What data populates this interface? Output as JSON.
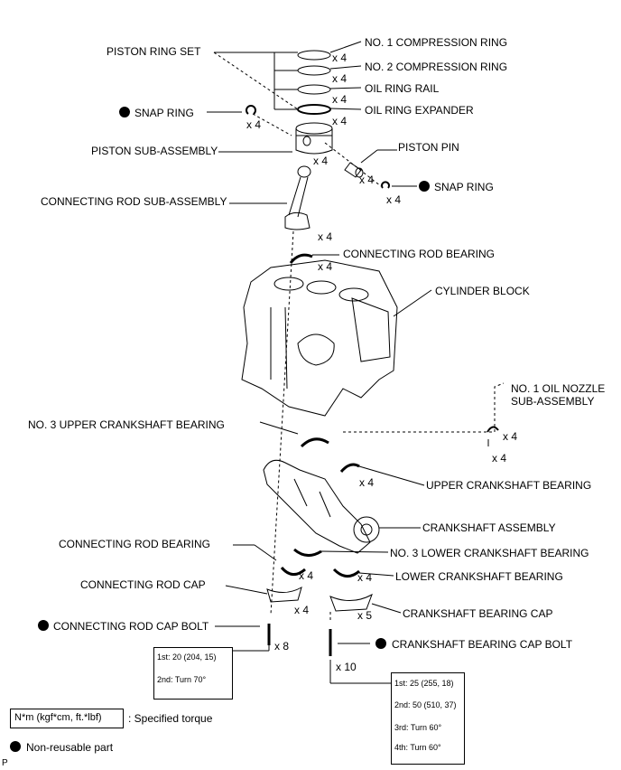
{
  "labels": {
    "piston_ring_set": "PISTON RING SET",
    "no1_compression_ring": "NO. 1 COMPRESSION RING",
    "no2_compression_ring": "NO. 2 COMPRESSION RING",
    "oil_ring_rail": "OIL RING RAIL",
    "oil_ring_expander": "OIL RING EXPANDER",
    "snap_ring": "SNAP RING",
    "piston_sub_assembly": "PISTON SUB-ASSEMBLY",
    "piston_pin": "PISTON PIN",
    "snap_ring_2": "SNAP RING",
    "connecting_rod_sub_assembly": "CONNECTING ROD SUB-ASSEMBLY",
    "connecting_rod_bearing_upper": "CONNECTING ROD BEARING",
    "cylinder_block": "CYLINDER BLOCK",
    "no1_oil_nozzle_line1": "NO. 1 OIL NOZZLE",
    "no1_oil_nozzle_line2": "SUB-ASSEMBLY",
    "no3_upper_crankshaft_bearing": "NO. 3 UPPER CRANKSHAFT BEARING",
    "upper_crankshaft_bearing": "UPPER CRANKSHAFT BEARING",
    "crankshaft_assembly": "CRANKSHAFT ASSEMBLY",
    "connecting_rod_bearing_lower": "CONNECTING ROD BEARING",
    "no3_lower_crankshaft_bearing": "NO. 3 LOWER CRANKSHAFT BEARING",
    "connecting_rod_cap": "CONNECTING ROD CAP",
    "lower_crankshaft_bearing": "LOWER CRANKSHAFT BEARING",
    "crankshaft_bearing_cap": "CRANKSHAFT BEARING CAP",
    "connecting_rod_cap_bolt": "CONNECTING ROD CAP BOLT",
    "crankshaft_bearing_cap_bolt": "CRANKSHAFT BEARING CAP BOLT"
  },
  "quantities": {
    "no1_ring": "x 4",
    "no2_ring": "x 4",
    "oil_rail": "x 4",
    "oil_expander": "x 4",
    "snap_ring": "x 4",
    "piston": "x 4",
    "piston_pin": "x 4",
    "snap_ring_2": "x 4",
    "conrod": "x 4",
    "conrod_bearing_upper": "x 4",
    "oil_nozzle": "x 4",
    "oil_nozzle_bolt": "x 4",
    "upper_crank_bearing": "x 4",
    "conrod_bearing_lower": "x 4",
    "lower_crank_bearing": "x 4",
    "conrod_cap": "x 4",
    "crank_bearing_cap": "x 5",
    "conrod_cap_bolt": "x 8",
    "crank_bearing_cap_bolt": "x 10"
  },
  "torque": {
    "conrod_bolt": [
      "1st: 20 (204, 15)",
      "2nd: Turn 70°"
    ],
    "crank_cap_bolt": [
      "1st: 25 (255, 18)",
      "2nd: 50 (510, 37)",
      "3rd: Turn 60°",
      "4th: Turn 60°"
    ]
  },
  "legend": {
    "torque_units": "N*m (kgf*cm, ft.*lbf)",
    "torque_desc": ": Specified torque",
    "non_reusable": "Non-reusable part"
  },
  "corner_mark": "P"
}
